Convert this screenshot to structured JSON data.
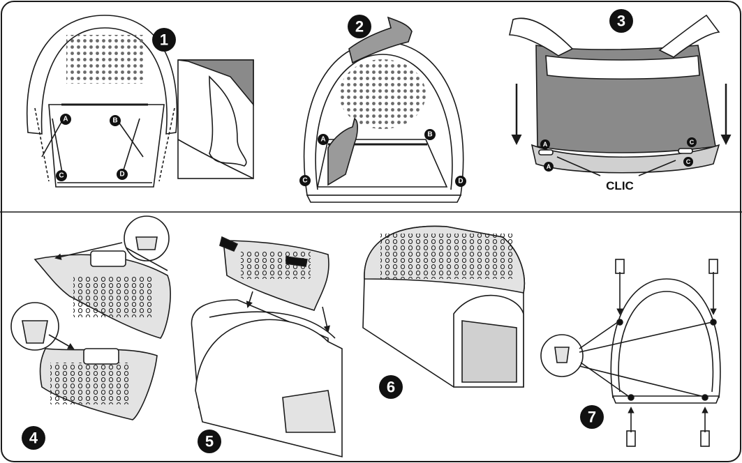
{
  "steps": {
    "s1": "1",
    "s2": "2",
    "s3": "3",
    "s4": "4",
    "s5": "5",
    "s6": "6",
    "s7": "7"
  },
  "labels": {
    "a": "A",
    "b": "B",
    "c": "C",
    "d": "D"
  },
  "step3": {
    "clic": "CLIC"
  },
  "colors": {
    "line": "#1a1a1a",
    "part_fill": "#e3e3e3",
    "dark_fill": "#7a7a7a",
    "glove": "#9a9a9a"
  }
}
